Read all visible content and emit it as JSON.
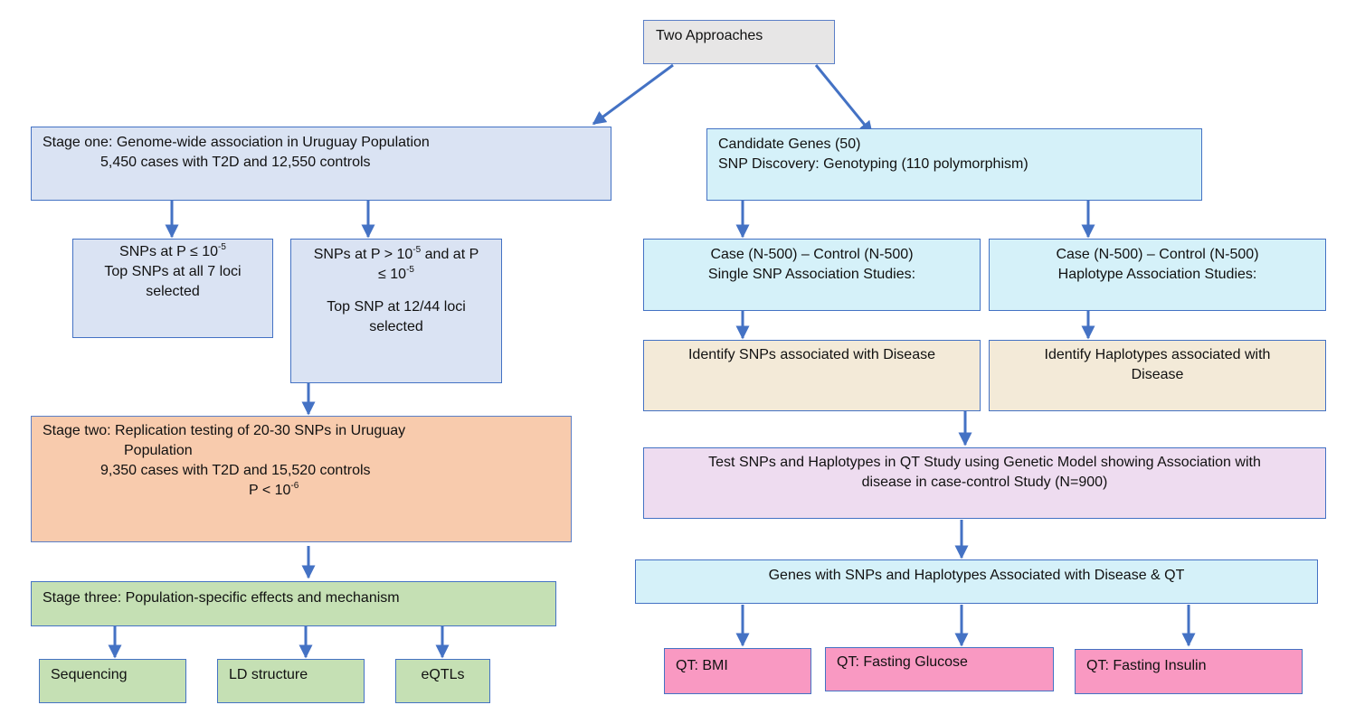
{
  "top": {
    "label": "Two Approaches"
  },
  "left": {
    "stage_one": {
      "line1": "Stage one: Genome-wide association in Uruguay Population",
      "line2": "5,450 cases with T2D and 12,550 controls"
    },
    "snps_a": {
      "line1_pre": "SNPs at P ≤ 10",
      "line1_sup": "-5",
      "line2": "Top SNPs at all 7 loci",
      "line3": "selected"
    },
    "snps_b": {
      "line1_pre": "SNPs at P > 10",
      "line1_sup": "-5",
      "line1_post": " and  at P",
      "line2_pre": "≤ 10",
      "line2_sup": "-5",
      "line3": "Top SNP at 12/44 loci",
      "line4": "selected"
    },
    "stage_two": {
      "line1": "Stage two: Replication testing of 20-30 SNPs in Uruguay",
      "line2": "Population",
      "line3": "9,350 cases with T2D and 15,520 controls",
      "line4_pre": "P < 10",
      "line4_sup": "-6"
    },
    "stage_three": {
      "label": "Stage three: Population-specific effects and mechanism"
    },
    "leaves": [
      "Sequencing",
      "LD structure",
      "eQTLs"
    ]
  },
  "right": {
    "candidate": {
      "line1": "Candidate Genes (50)",
      "line2": "SNP Discovery: Genotyping (110 polymorphism)"
    },
    "single": {
      "line1": "Case (N-500) – Control (N-500)",
      "line2": "Single SNP Association Studies:"
    },
    "haplo": {
      "line1": "Case (N-500) – Control (N-500)",
      "line2": "Haplotype Association Studies:"
    },
    "identify_snps": {
      "label": "Identify SNPs associated with Disease"
    },
    "identify_haplo": {
      "line1": "Identify Haplotypes associated with",
      "line2": "Disease"
    },
    "test": {
      "line1": "Test SNPs and Haplotypes in QT Study using Genetic Model showing Association with",
      "line2": "disease in case-control Study (N=900)"
    },
    "genes": {
      "label": "Genes with SNPs and Haplotypes Associated with Disease & QT"
    },
    "qt": [
      "QT: BMI",
      "QT: Fasting Glucose",
      "QT: Fasting Insulin"
    ]
  },
  "colors": {
    "arrow": "#4472c4",
    "blue": "#dae3f3",
    "cyan": "#d5f1f9",
    "tan": "#f3ead8",
    "orange": "#f8cbad",
    "lilac": "#eedcf0",
    "green": "#c5e0b4",
    "pink": "#f999c2",
    "grey": "#e7e6e6"
  }
}
